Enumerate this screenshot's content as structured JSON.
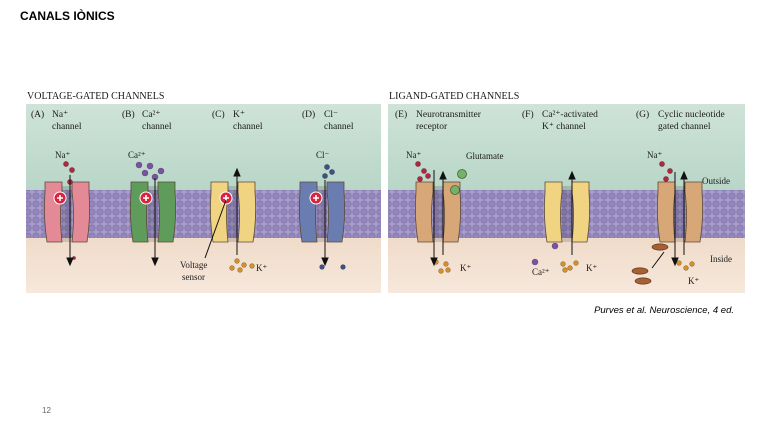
{
  "slide": {
    "title": "CANALS IÒNICS",
    "citation": "Purves et al. Neuroscience, 4 ed.",
    "page_number": "12"
  },
  "colors": {
    "na": "#b0273f",
    "ca": "#7a52a3",
    "k": "#d6902a",
    "cl": "#3c5383",
    "ch_na": "#e38a96",
    "ch_ca": "#5f9c5b",
    "ch_k": "#f0d482",
    "ch_cl": "#6a7db0",
    "ch_ligand": "#d8a777"
  },
  "figure": {
    "left_heading": "VOLTAGE-GATED CHANNELS",
    "right_heading": "LIGAND-GATED CHANNELS",
    "panels": {
      "A": {
        "letter": "(A)",
        "line1": "Na⁺",
        "line2": "channel"
      },
      "B": {
        "letter": "(B)",
        "line1": "Ca²⁺",
        "line2": "channel"
      },
      "C": {
        "letter": "(C)",
        "line1": "K⁺",
        "line2": "channel"
      },
      "D": {
        "letter": "(D)",
        "line1": "Cl⁻",
        "line2": "channel"
      },
      "E": {
        "letter": "(E)",
        "line1": "Neurotransmitter",
        "line2": "receptor"
      },
      "F": {
        "letter": "(F)",
        "line1": "Ca²⁺-activated",
        "line2": "K⁺ channel"
      },
      "G": {
        "letter": "(G)",
        "line1": "Cyclic nucleotide",
        "line2": "gated channel"
      }
    },
    "labels": {
      "na_a": "Na⁺",
      "ca_b": "Ca²⁺",
      "cl_d": "Cl⁻",
      "voltage": "Voltage",
      "sensor": "sensor",
      "k_c": "K⁺",
      "na_e": "Na⁺",
      "glutamate": "Glutamate",
      "k_e": "K⁺",
      "ca_f": "Ca²⁺",
      "k_f": "K⁺",
      "na_g": "Na⁺",
      "outside": "Outside",
      "inside": "Inside",
      "k_g": "K⁺"
    }
  }
}
